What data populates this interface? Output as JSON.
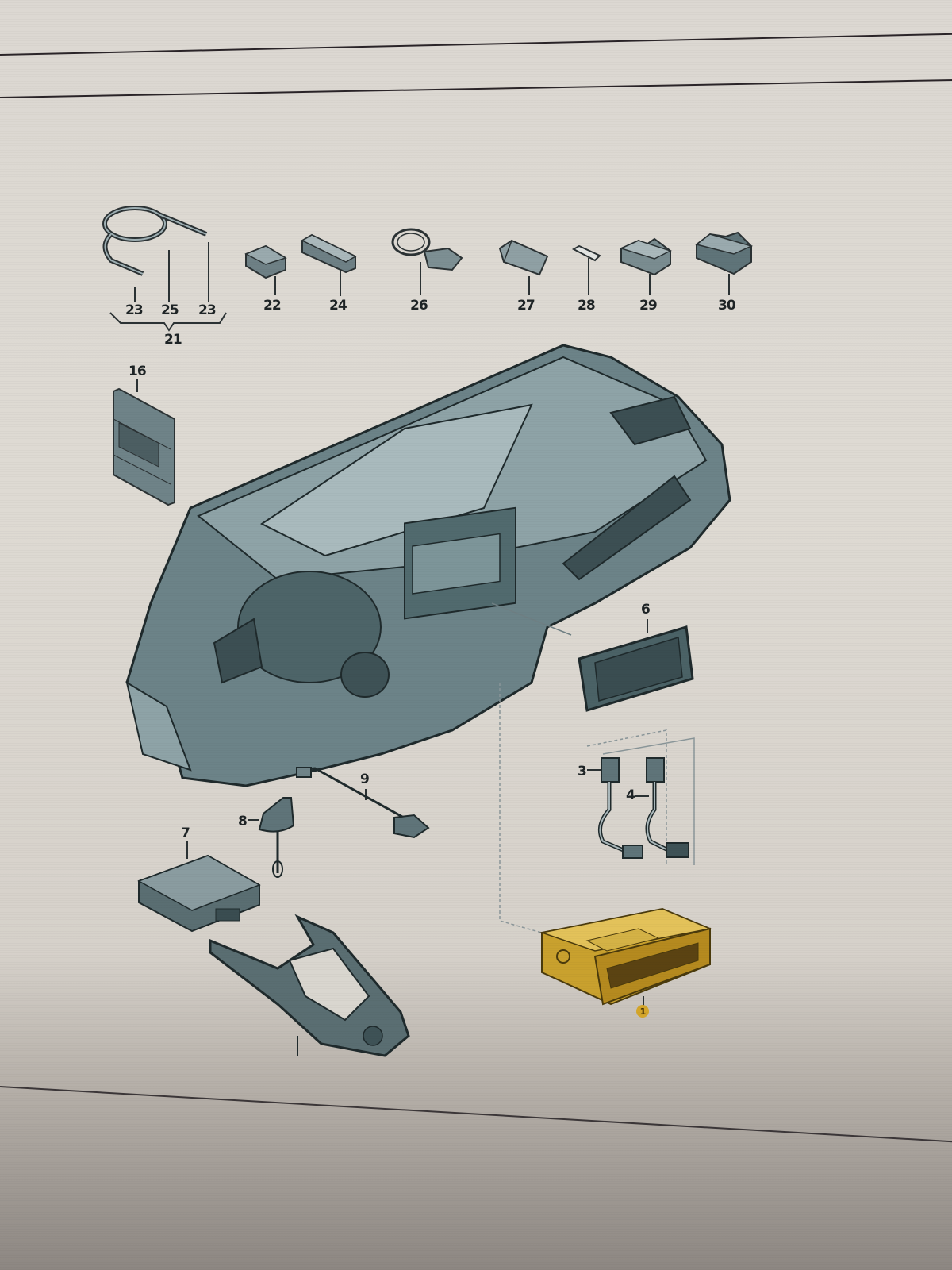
{
  "diagram": {
    "type": "exploded parts catalog illustration",
    "subject": "Dashboard / instrument panel with radio, navigation and antenna components",
    "highlighted_part": "1",
    "highlight_color": "#d4a62a",
    "line_color": "#2b3234",
    "part_color": "#5f7479"
  },
  "labels": {
    "p23a": "23",
    "p25": "25",
    "p23b": "23",
    "p21": "21",
    "p22": "22",
    "p24": "24",
    "p26": "26",
    "p27": "27",
    "p28": "28",
    "p29": "29",
    "p30": "30",
    "p16": "16",
    "p6": "6",
    "p3": "3",
    "p4": "4",
    "p9": "9",
    "p8": "8",
    "p7": "7",
    "p1": "1"
  },
  "parts": [
    {
      "id": "1",
      "name": "radio-head-unit",
      "highlighted": true
    },
    {
      "id": "3",
      "name": "cable-connector-a"
    },
    {
      "id": "4",
      "name": "cable-connector-b"
    },
    {
      "id": "6",
      "name": "display-screen"
    },
    {
      "id": "7",
      "name": "control-module-box"
    },
    {
      "id": "8",
      "name": "roof-antenna"
    },
    {
      "id": "9",
      "name": "antenna-cable"
    },
    {
      "id": "16",
      "name": "manual-booklet"
    },
    {
      "id": "21",
      "name": "cable-set"
    },
    {
      "id": "22",
      "name": "connector-housing"
    },
    {
      "id": "23",
      "name": "cable-end"
    },
    {
      "id": "24",
      "name": "connector-strip"
    },
    {
      "id": "25",
      "name": "coiled-cable"
    },
    {
      "id": "26",
      "name": "ring-connector"
    },
    {
      "id": "27",
      "name": "cylindrical-sleeve"
    },
    {
      "id": "28",
      "name": "small-pin"
    },
    {
      "id": "29",
      "name": "bracket-block"
    },
    {
      "id": "30",
      "name": "clip-connector"
    }
  ]
}
